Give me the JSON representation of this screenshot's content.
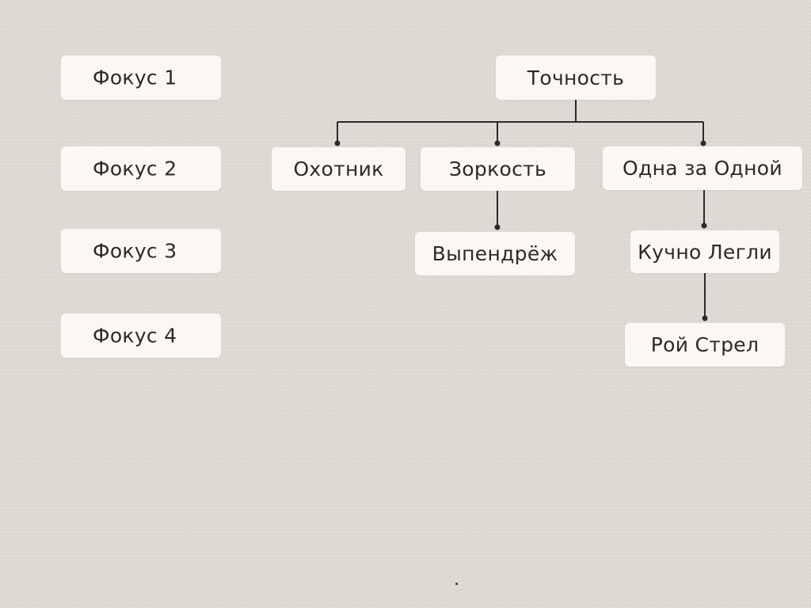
{
  "focus_list": [
    {
      "label": "Фокус 1"
    },
    {
      "label": "Фокус 2"
    },
    {
      "label": "Фокус 3"
    },
    {
      "label": "Фокус 4"
    }
  ],
  "tree": {
    "root": "Точность",
    "level1": [
      "Охотник",
      "Зоркость",
      "Одна за Одной"
    ],
    "zorkost_child": "Выпендрёж",
    "odna_chain": [
      "Кучно Легли",
      "Рой Стрел"
    ]
  },
  "colors": {
    "background": "#dcd9d2",
    "node_fill": "#fbf8f3",
    "connector": "#2a2a2a",
    "text": "#2c2a27"
  }
}
